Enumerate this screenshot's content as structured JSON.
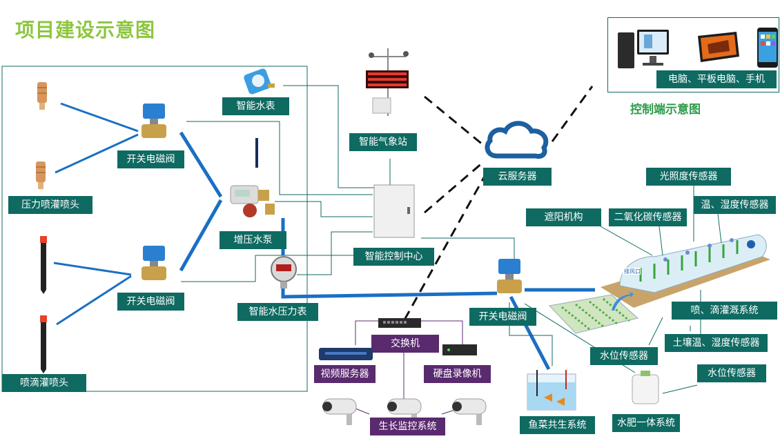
{
  "title": "项目建设示意图",
  "control": {
    "title": "控制端示意图",
    "devices_label": "电脑、平板电脑、手机"
  },
  "labels": {
    "smart_meter": "智能水表",
    "weather_station": "智能气象站",
    "cloud_server": "云服务器",
    "valve_1": "开关电磁阀",
    "valve_2": "开关电磁阀",
    "valve_3": "开关电磁阀",
    "pressure_sprinkler": "压力喷灌喷头",
    "drip_sprinkler": "喷滴灌喷头",
    "booster_pump": "增压水泵",
    "control_center": "智能控制中心",
    "pressure_gauge": "智能水压力表",
    "light_sensor": "光照度传感器",
    "shade": "遮阳机构",
    "co2_sensor": "二氧化碳传感器",
    "temp_humidity_sensor": "温、湿度传感器",
    "irrigation_system": "喷、滴灌溉系统",
    "soil_sensor": "土壤温、湿度传感器",
    "water_level_1": "水位传感器",
    "water_level_2": "水位传感器",
    "water_fertilizer": "水肥一体系统",
    "aquaponics": "鱼菜共生系统",
    "switch": "交换机",
    "video_server": "视频服务器",
    "nvr": "硬盘录像机",
    "monitoring": "生长监控系统",
    "vent": "排风口"
  },
  "colors": {
    "title": "#8dc63f",
    "label_bg": "#0f6a62",
    "label_purple": "#5a2a6f",
    "pipe": "#1a6fc4",
    "line": "#0f6a62"
  }
}
